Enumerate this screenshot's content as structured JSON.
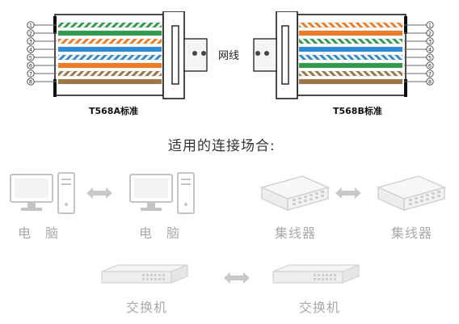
{
  "connectors": {
    "left": {
      "standard": "T568A标准",
      "pins": [
        "1",
        "2",
        "3",
        "4",
        "5",
        "6",
        "7",
        "8"
      ]
    },
    "right": {
      "standard": "T568B标准",
      "pins": [
        "1",
        "2",
        "3",
        "4",
        "5",
        "6",
        "7",
        "8"
      ]
    },
    "cable_label": "网线"
  },
  "scenarios": {
    "title": "适用的连接场合:",
    "pairs": [
      {
        "left": "电　脑",
        "right": "电　脑"
      },
      {
        "left": "集线器",
        "right": "集线器"
      },
      {
        "left": "交换机",
        "right": "交换机"
      }
    ]
  },
  "colors": {
    "green": "#2f9a4b",
    "orange": "#ee7b21",
    "blue": "#2b8bd2",
    "brown": "#9c7645",
    "device_gray": "#c4c4c4",
    "arrow_gray": "#c8c8c8"
  },
  "wires": {
    "t568a": [
      "white-green",
      "green",
      "white-orange",
      "blue",
      "white-blue",
      "orange",
      "white-brown",
      "brown"
    ],
    "t568b": [
      "white-orange",
      "orange",
      "white-green",
      "blue",
      "white-blue",
      "green",
      "white-brown",
      "brown"
    ]
  }
}
